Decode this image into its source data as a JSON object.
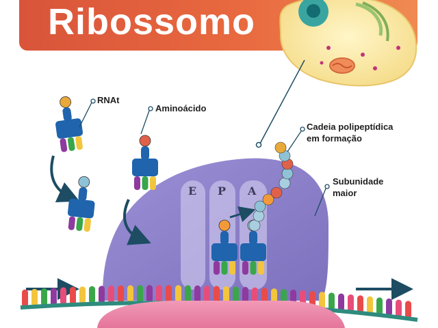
{
  "header": {
    "title": "Ribossomo"
  },
  "labels": {
    "trna": "RNAt",
    "amino_acid": "Aminoácido",
    "chain_line1": "Cadeia polipeptídica",
    "chain_line2": "em formação",
    "large_subunit_line1": "Subunidade",
    "large_subunit_line2": "maior"
  },
  "sites": [
    "E",
    "P",
    "A"
  ],
  "colors": {
    "banner": "#e0603f",
    "large_subunit": "#8a80c8",
    "small_subunit": "#ec87a8",
    "trna_body": "#1f64ad",
    "mrna_backbone": "#2e8b7e",
    "arrow": "#1d4c63",
    "amino_acids": [
      "#e9a93a",
      "#8fc2d6",
      "#e0614a",
      "#a7cfe0",
      "#f29a3a"
    ],
    "bases": [
      "#e94b4b",
      "#f2c53d",
      "#3aa64a",
      "#8e3a9e",
      "#e84d7a"
    ]
  },
  "icons": [
    "cell-illustration-icon",
    "trna-icon",
    "curved-arrow-icon",
    "right-arrow-icon"
  ]
}
